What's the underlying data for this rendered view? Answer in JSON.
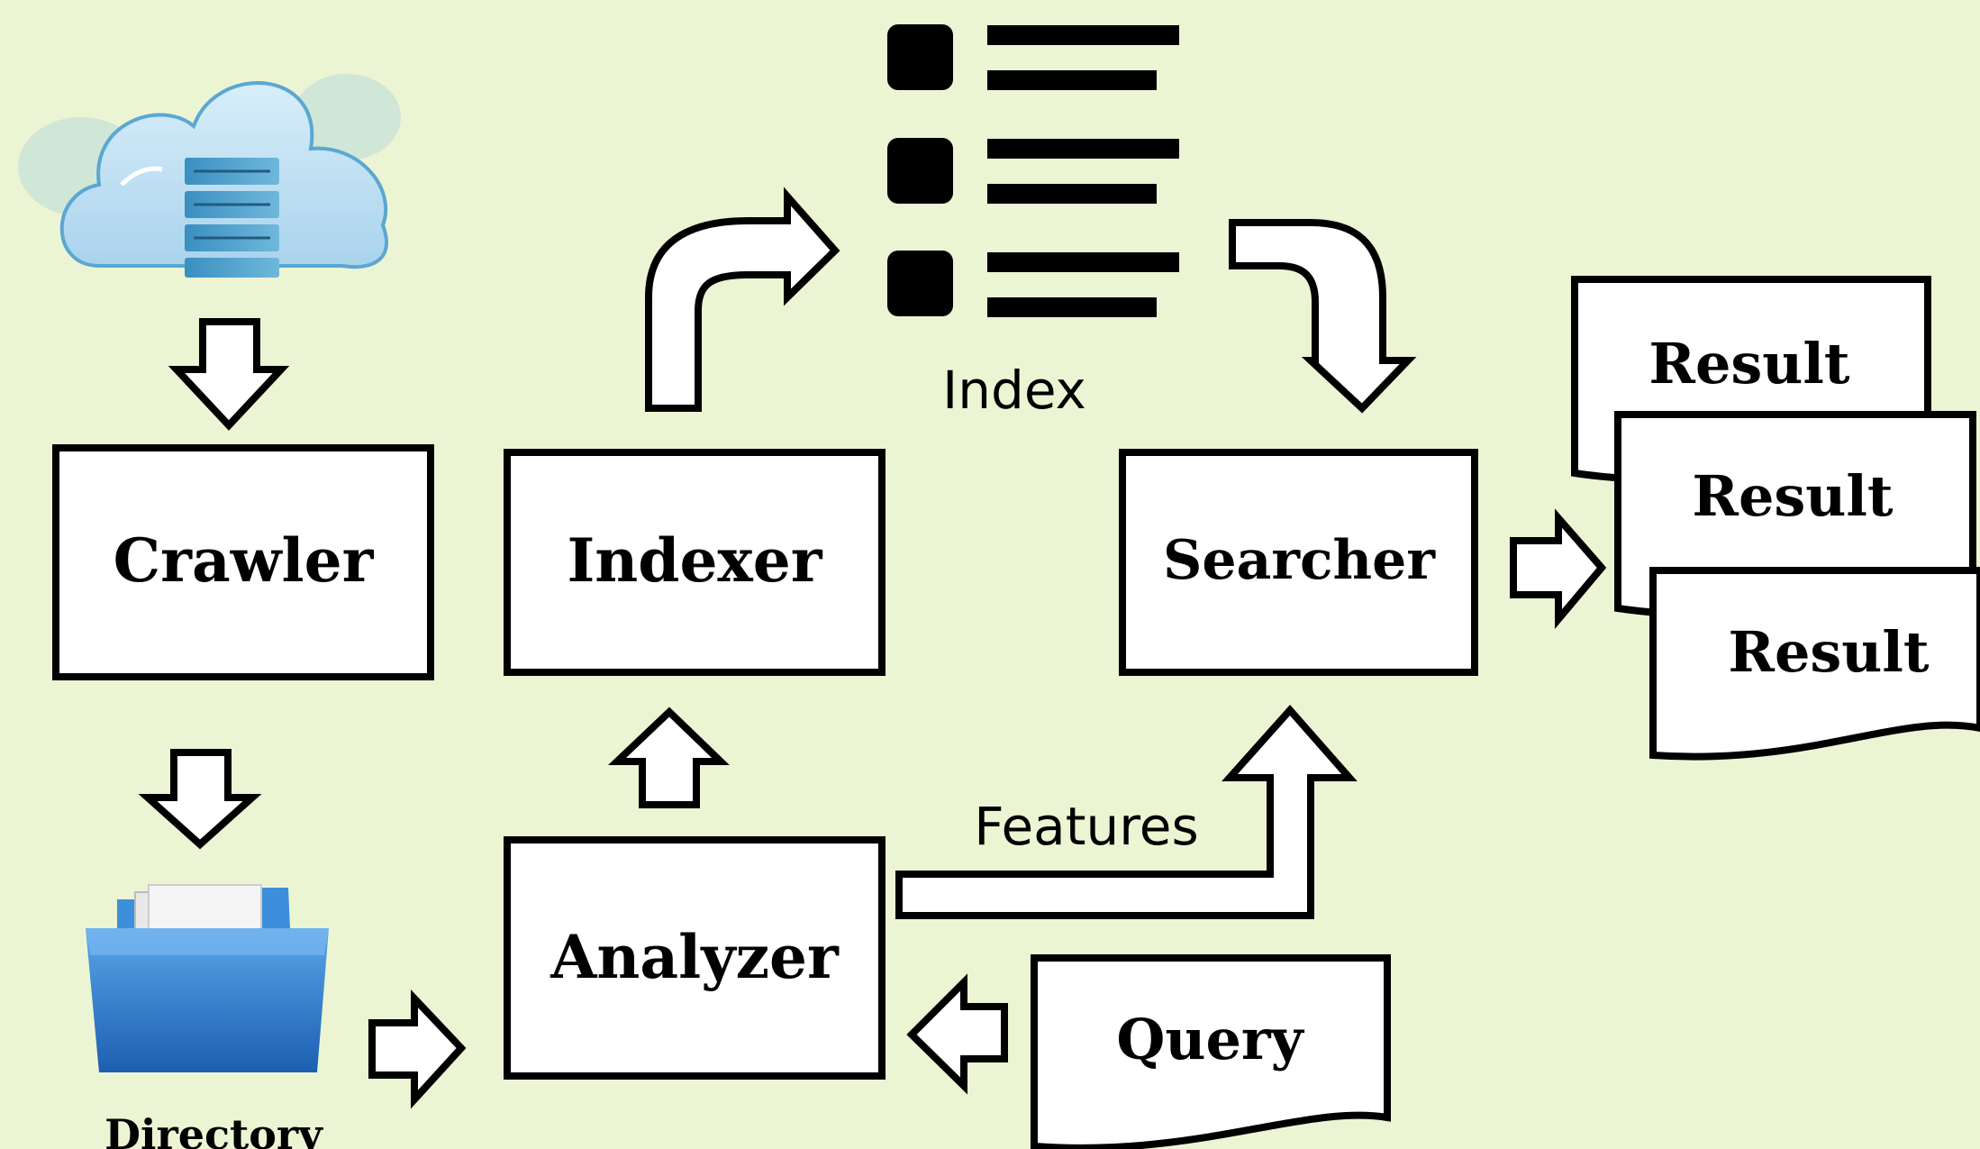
{
  "nodes": {
    "crawler": "Crawler",
    "indexer": "Indexer",
    "searcher": "Searcher",
    "analyzer": "Analyzer",
    "query": "Query",
    "result_1": "Result",
    "result_2": "Result",
    "result_3": "Result"
  },
  "labels": {
    "index": "Index",
    "features": "Features",
    "directory": "Directory"
  },
  "colors": {
    "background": "#ecf5d3",
    "cloud": "#bfe0f0",
    "folder": "#2f7fd0"
  },
  "icons": {
    "cloud": "cloud-server-icon",
    "index": "index-list-icon",
    "folder": "folder-icon"
  }
}
